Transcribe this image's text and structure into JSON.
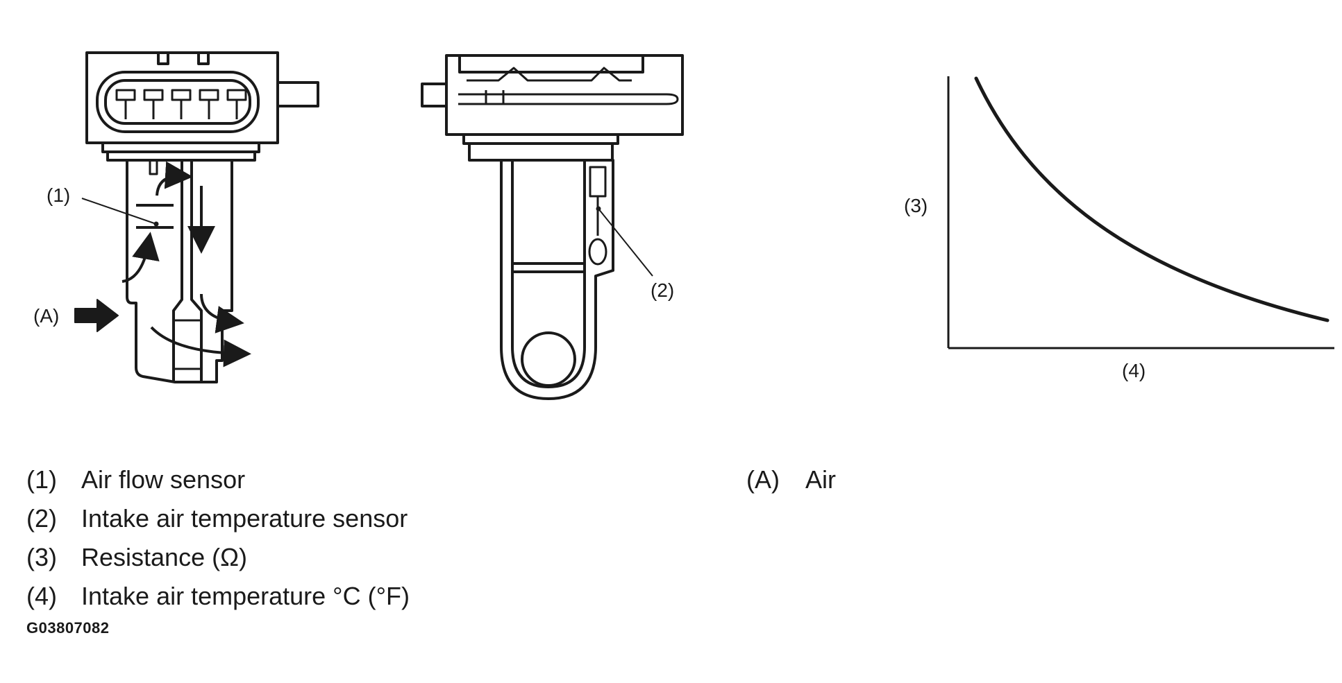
{
  "callouts": {
    "c1": "(1)",
    "c2": "(2)",
    "c3": "(3)",
    "c4": "(4)",
    "cA": "(A)"
  },
  "legend": [
    {
      "key": "(1)",
      "text": "Air flow sensor"
    },
    {
      "key": "(2)",
      "text": "Intake air temperature sensor"
    },
    {
      "key": "(3)",
      "text": "Resistance (Ω)"
    },
    {
      "key": "(4)",
      "text": "Intake air temperature °C (°F)"
    },
    {
      "key": "(A)",
      "text": "Air"
    }
  ],
  "figure_id": "G03807082",
  "colors": {
    "line": "#1a1a1a",
    "background": "#ffffff"
  }
}
